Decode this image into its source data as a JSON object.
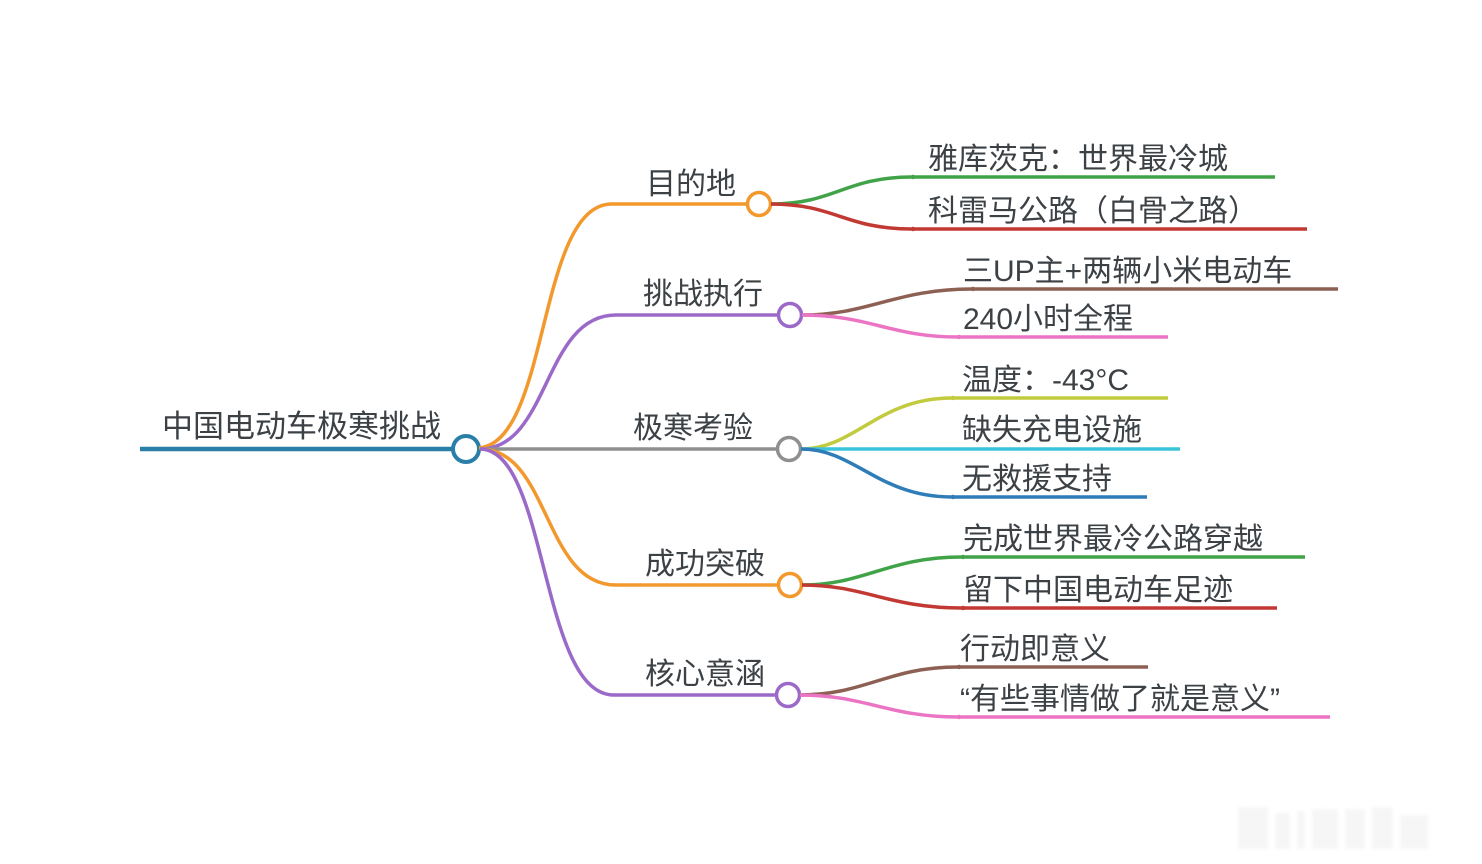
{
  "palette": {
    "rootBlue": "#2a7fa9",
    "orange": "#f2982c",
    "purple": "#9b6ac8",
    "gray": "#8f8f8f",
    "green": "#41a348",
    "red": "#c23833",
    "brown": "#8d6054",
    "pink": "#eb74c4",
    "yellowGreen": "#c2cb3d",
    "cyan": "#3ac4dc",
    "childBlue": "#2e7cb8",
    "text": "#3c4146"
  },
  "root": {
    "label": "中国电动车极寒挑战"
  },
  "branches": [
    {
      "label": "目的地",
      "color": "orange",
      "children": [
        {
          "label": "雅库茨克：世界最冷城",
          "color": "green"
        },
        {
          "label": "科雷马公路（白骨之路）",
          "color": "red"
        }
      ]
    },
    {
      "label": "挑战执行",
      "color": "purple",
      "children": [
        {
          "label": "三UP主+两辆小米电动车",
          "color": "brown"
        },
        {
          "label": "240小时全程",
          "color": "pink"
        }
      ]
    },
    {
      "label": "极寒考验",
      "color": "gray",
      "children": [
        {
          "label": "温度：-43°C",
          "color": "yellowGreen"
        },
        {
          "label": "缺失充电设施",
          "color": "cyan"
        },
        {
          "label": "无救援支持",
          "color": "childBlue"
        }
      ]
    },
    {
      "label": "成功突破",
      "color": "orange",
      "children": [
        {
          "label": "完成世界最冷公路穿越",
          "color": "green"
        },
        {
          "label": "留下中国电动车足迹",
          "color": "red"
        }
      ]
    },
    {
      "label": "核心意涵",
      "color": "purple",
      "children": [
        {
          "label": "行动即意义",
          "color": "brown"
        },
        {
          "label": "“有些事情做了就是意义”",
          "color": "pink"
        }
      ]
    }
  ]
}
